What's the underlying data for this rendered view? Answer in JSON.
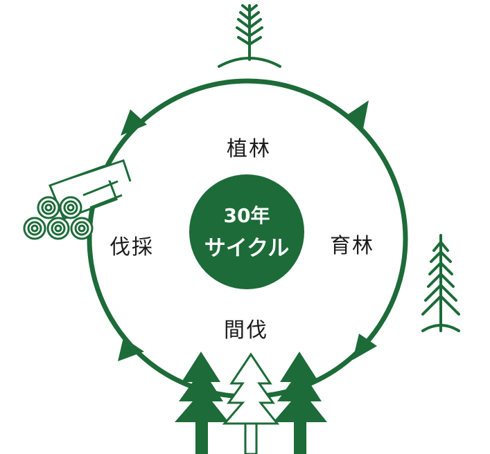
{
  "center": {
    "line1": "30年",
    "line2": "サイクル"
  },
  "stages": {
    "planting": "植林",
    "nurturing": "育林",
    "thinning": "間伐",
    "harvesting": "伐採"
  },
  "icons": {
    "top": "sapling-icon",
    "right": "young-tree-icon",
    "bottom": "forest-trees-icon",
    "left": "logs-icon"
  },
  "colors": {
    "green": "#1c6b38",
    "text": "#1a1a1a",
    "background": "#ffffff"
  }
}
